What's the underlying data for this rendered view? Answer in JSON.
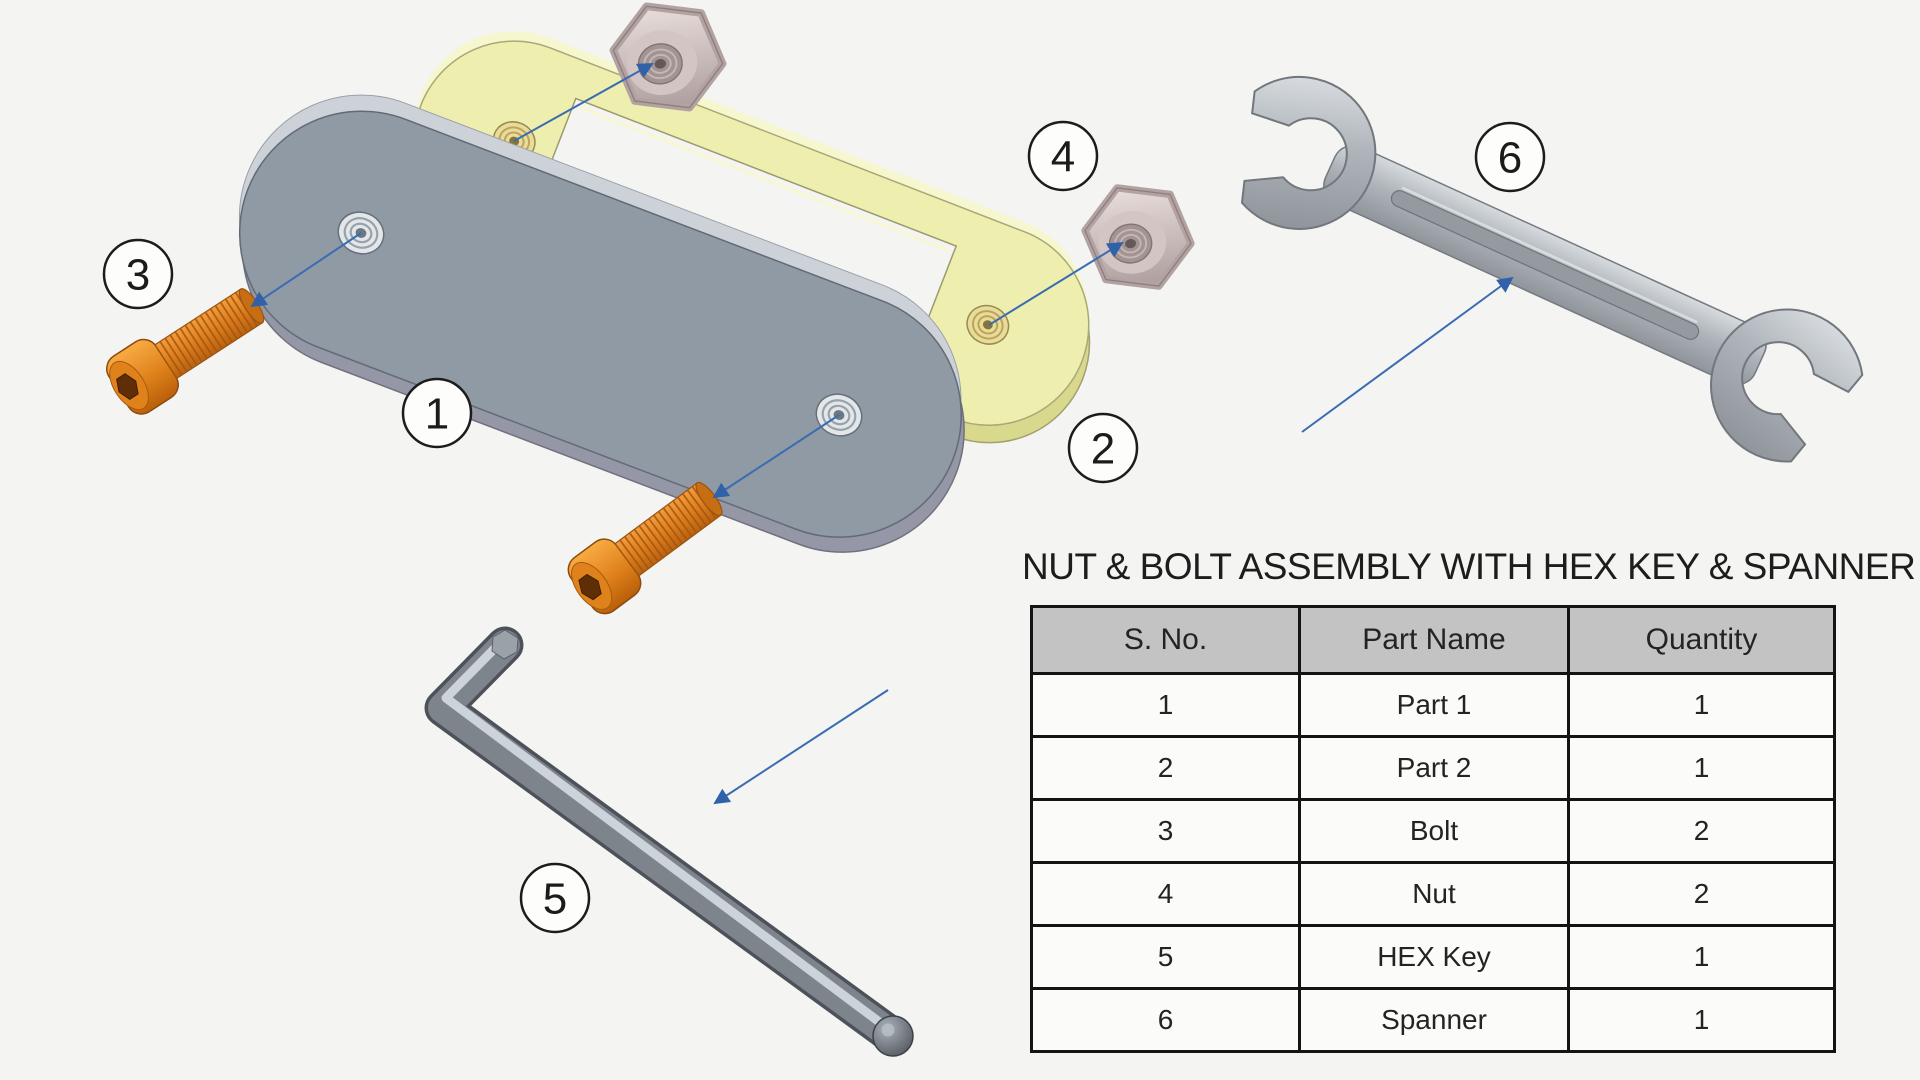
{
  "title": "NUT & BOLT ASSEMBLY WITH HEX KEY & SPANNER",
  "bom_table": {
    "headers": [
      "S. No.",
      "Part Name",
      "Quantity"
    ],
    "rows": [
      [
        "1",
        "Part 1",
        "1"
      ],
      [
        "2",
        "Part 2",
        "1"
      ],
      [
        "3",
        "Bolt",
        "2"
      ],
      [
        "4",
        "Nut",
        "2"
      ],
      [
        "5",
        "HEX Key",
        "1"
      ],
      [
        "6",
        "Spanner",
        "1"
      ]
    ]
  },
  "callouts": [
    {
      "label": "1",
      "part": "Part 1"
    },
    {
      "label": "2",
      "part": "Part 2"
    },
    {
      "label": "3",
      "part": "Bolt"
    },
    {
      "label": "4",
      "part": "Nut"
    },
    {
      "label": "5",
      "part": "HEX Key"
    },
    {
      "label": "6",
      "part": "Spanner"
    }
  ],
  "colors": {
    "background": "#f4f4f2",
    "part1_gray_plate": "#8f9aa4",
    "part2_yellow_plate": "#eeeeae",
    "bolt_orange": "#e08228",
    "nut_pink_gray": "#d3c5c4",
    "tool_metal_gray": "#aab0b6",
    "leader_blue": "#3a6cb3",
    "table_header_bg": "#c3c3c3",
    "table_border": "#141414"
  }
}
